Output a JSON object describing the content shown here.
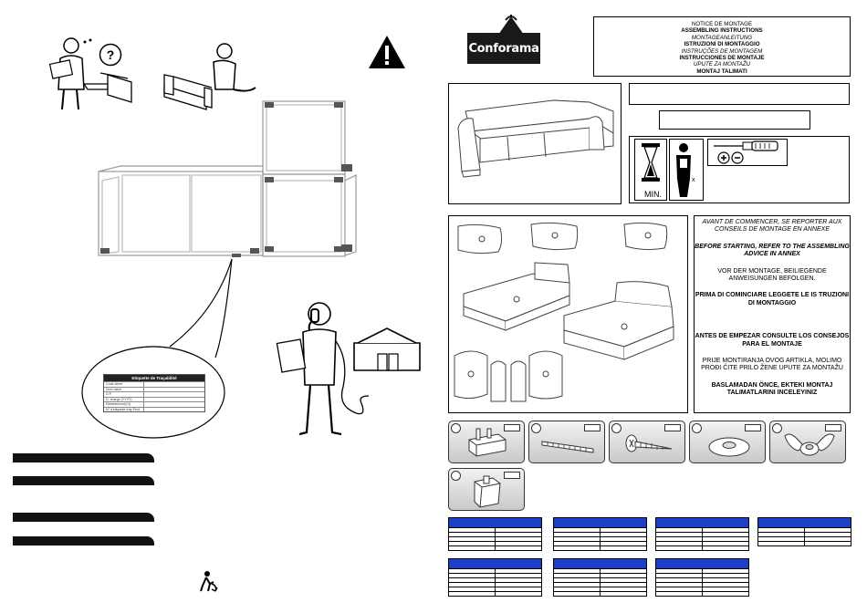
{
  "notice": {
    "lines": [
      "NOTICE DE MONTAGE",
      "ASSEMBLING INSTRUCTIONS",
      "MONTAGEANLEITUNG",
      "ISTRUZIONI DI MONTAGGIO",
      "INSTRUÇÕES DE MONTAGEM",
      "INSTRUCCIONES DE MONTAJE",
      "UPUTE ZA MONTAŽU",
      "MONTAJ TALIMATI"
    ]
  },
  "brand": {
    "name": "Conforama",
    "color": "#1a1a1a"
  },
  "before_starting": {
    "fr": "AVANT DE COMMENCER, SE REPORTER AUX CONSEILS DE MONTAGE  EN ANNEXE",
    "en": "BEFORE STARTING, REFER TO THE ASSEMBLING ADVICE IN ANNEX",
    "de": "VOR DER MONTAGE, BEILIEGENDE ANWEISUNGEN BEFOLGEN.",
    "it": "PRIMA DI COMINCIARE LEGGETE LE IS TRUZIONI DI MONTAGGIO",
    "es": "ANTES DE EMPEZAR CONSULTE LOS CONSEJOS PARA EL MONTAJE",
    "hr": "PRIJE MONTIRANJA OVOG ARTIKLA, MOLIMO PROĐI ČITE PRILO ŽENE UPUTE ZA MONTAŽU",
    "tr": "BASLAMADAN ÖNCE, EKTEKI MONTAJ TALIMATLARINI INCELEYINIZ"
  },
  "tools": {
    "time_label": "MIN.",
    "persons_label": "x"
  },
  "traceability": {
    "title": "Etiquette de Traçabilité",
    "rows": [
      "Code client",
      "Nom usine",
      "O.F.",
      "D. charge (YYYY)",
      "Rééchelonné(Ct)",
      "N° d'étiquette trap Prod"
    ]
  },
  "colors": {
    "table_header": "#1c3fc8",
    "bar": "#111111"
  },
  "icons": [
    "warning-icon",
    "recycle-icon",
    "screwdriver-icon",
    "hourglass-icon",
    "person-icon",
    "telephone-icon",
    "question-icon"
  ]
}
